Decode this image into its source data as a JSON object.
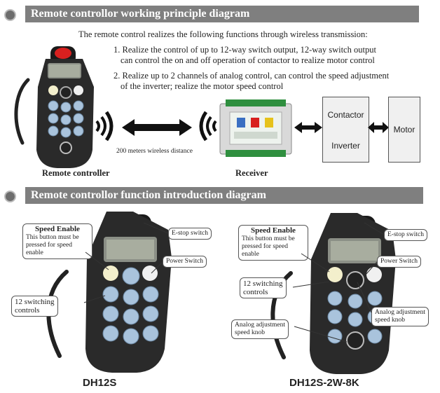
{
  "section1": {
    "title": "Remote controllor working principle diagram",
    "intro": "The remote control realizes the following functions through wireless transmission:",
    "item1_line1": "1. Realize the control of up to 12-way switch output, 12-way switch output",
    "item1_line2": "can control the on and off operation of contactor to realize motor control",
    "item2_line1": "2. Realize up to 2 channels of analog control, can control the speed adjustment",
    "item2_line2": "of the inverter; realize the motor speed control",
    "distance": "200 meters wireless distance",
    "remote_label": "Remote controller",
    "receiver_label": "Receiver",
    "contactor": "Contactor",
    "inverter": "Inverter",
    "motor": "Motor"
  },
  "section2": {
    "title": "Remote controllor function introduction diagram",
    "left": {
      "speed_title": "Speed Enable",
      "speed_desc1": "This button must be",
      "speed_desc2": "pressed for speed",
      "speed_desc3": "enable",
      "estop": "E-stop switch",
      "power": "Power Switch",
      "switching1": "12 switching",
      "switching2": "controls",
      "model": "DH12S"
    },
    "right": {
      "speed_title": "Speed Enable",
      "speed_desc1": "This button must be",
      "speed_desc2": "pressed for speed",
      "speed_desc3": "enable",
      "estop": "E-stop switch",
      "power": "Power Switch",
      "switching1": "12 switching",
      "switching2": "controls",
      "analog_a1": "Analog adjustment",
      "analog_a2": "speed knob",
      "analog_b1": "Analog adjustment",
      "analog_b2": "speed knob",
      "model": "DH12S-2W-8K"
    }
  },
  "colors": {
    "bar": "#7f7f7f",
    "estop": "#d8201f",
    "button": "#a9c3dc"
  }
}
